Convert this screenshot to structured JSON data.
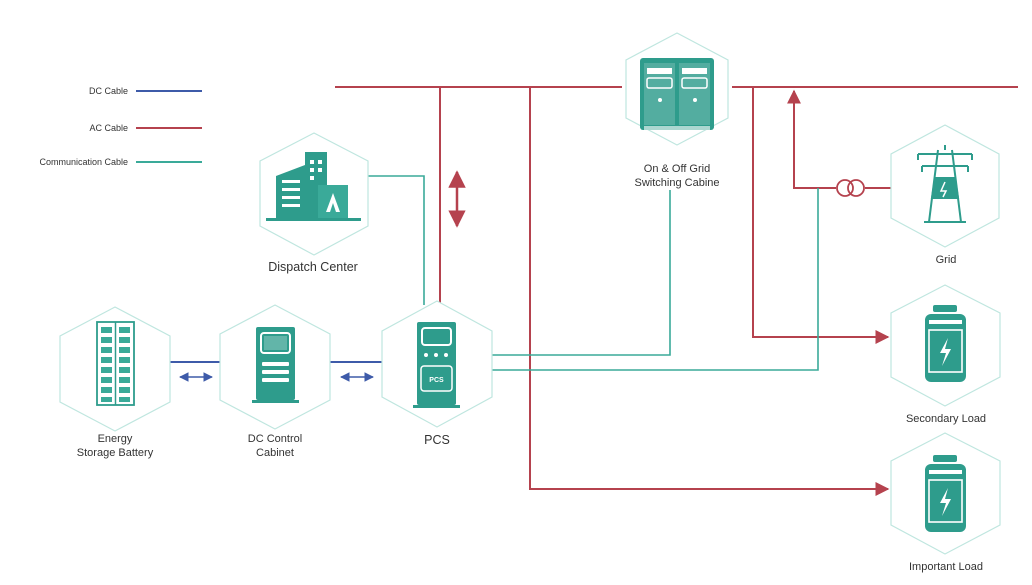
{
  "legend": {
    "dc_cable": "DC Cable",
    "ac_cable": "AC Cable",
    "communication_cable": "Communication Cable"
  },
  "nodes": {
    "switching_cabinet": {
      "line1": "On & Off Grid",
      "line2": "Switching Cabine"
    },
    "dispatch_center": {
      "label": "Dispatch Center"
    },
    "grid": {
      "label": "Grid"
    },
    "energy_storage_battery": {
      "line1": "Energy",
      "line2": "Storage Battery"
    },
    "dc_control_cabinet": {
      "line1": "DC Control",
      "line2": "Cabinet"
    },
    "pcs": {
      "label": "PCS",
      "device_text": "PCS"
    },
    "secondary_load": {
      "label": "Secondary Load"
    },
    "important_load": {
      "label": "Important Load"
    }
  },
  "colors": {
    "dc_cable": "#3e5ba9",
    "ac_cable": "#b5424e",
    "communication_cable": "#3aaa99",
    "icon_teal": "#2e9c8c",
    "hexagon_outline": "#bfe6df",
    "text": "#333333"
  },
  "icons": {
    "switching_cabinet": "switchgear-cabinet-icon",
    "dispatch_center": "building-icon",
    "grid": "transmission-tower-icon",
    "energy_storage_battery": "battery-rack-icon",
    "dc_control_cabinet": "control-cabinet-icon",
    "pcs": "pcs-cabinet-icon",
    "secondary_load": "battery-load-icon",
    "important_load": "battery-load-icon",
    "transformer": "transformer-icon"
  }
}
